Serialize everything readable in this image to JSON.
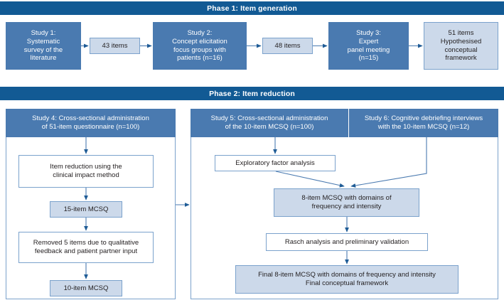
{
  "figure": {
    "title": "MCSQ development flowchart",
    "colors": {
      "phase_bar": "#125a94",
      "dark_box": "#4a7ab0",
      "light_box": "#ccd9ea",
      "border": "#7ba2cc",
      "arrow": "#1f5c96",
      "text_dark": "#231f20",
      "text_light": "#ffffff",
      "background": "#ffffff"
    }
  },
  "phase1": {
    "header": "Phase 1: Item generation",
    "nodes": {
      "study1": "Study 1:\nSystematic\nsurvey of the\nliterature",
      "items43": "43 items",
      "study2": "Study 2:\nConcept elicitation\nfocus groups with\npatients (n=16)",
      "items48": "48 items",
      "study3": "Study 3:\nExpert\npanel meeting\n(n=15)",
      "framework51": "51 items\nHypothesised\nconceptual\nframework"
    }
  },
  "phase2": {
    "header": "Phase 2: Item reduction",
    "study4": {
      "header": "Study 4: Cross-sectional administration\nof 51-item questionnaire (n=100)",
      "nodes": {
        "item_reduction": "Item reduction using the\nclinical impact method",
        "mcsq15": "15-item MCSQ",
        "removed5": "Removed 5 items due to qualitative\nfeedback and patient partner input",
        "mcsq10": "10-item MCSQ"
      }
    },
    "study5": {
      "header": "Study 5: Cross-sectional administration\nof the 10-item MCSQ (n=100)",
      "nodes": {
        "efa": "Exploratory factor analysis"
      }
    },
    "study6": {
      "header": "Study 6: Cognitive debriefing interviews\nwith the 10-item MCSQ (n=12)"
    },
    "shared_nodes": {
      "mcsq8": "8-item MCSQ with domains of\nfrequency and intensity",
      "rasch": "Rasch analysis and preliminary validation",
      "final": "Final 8-item MCSQ with domains of frequency and intensity\nFinal conceptual framework"
    }
  }
}
